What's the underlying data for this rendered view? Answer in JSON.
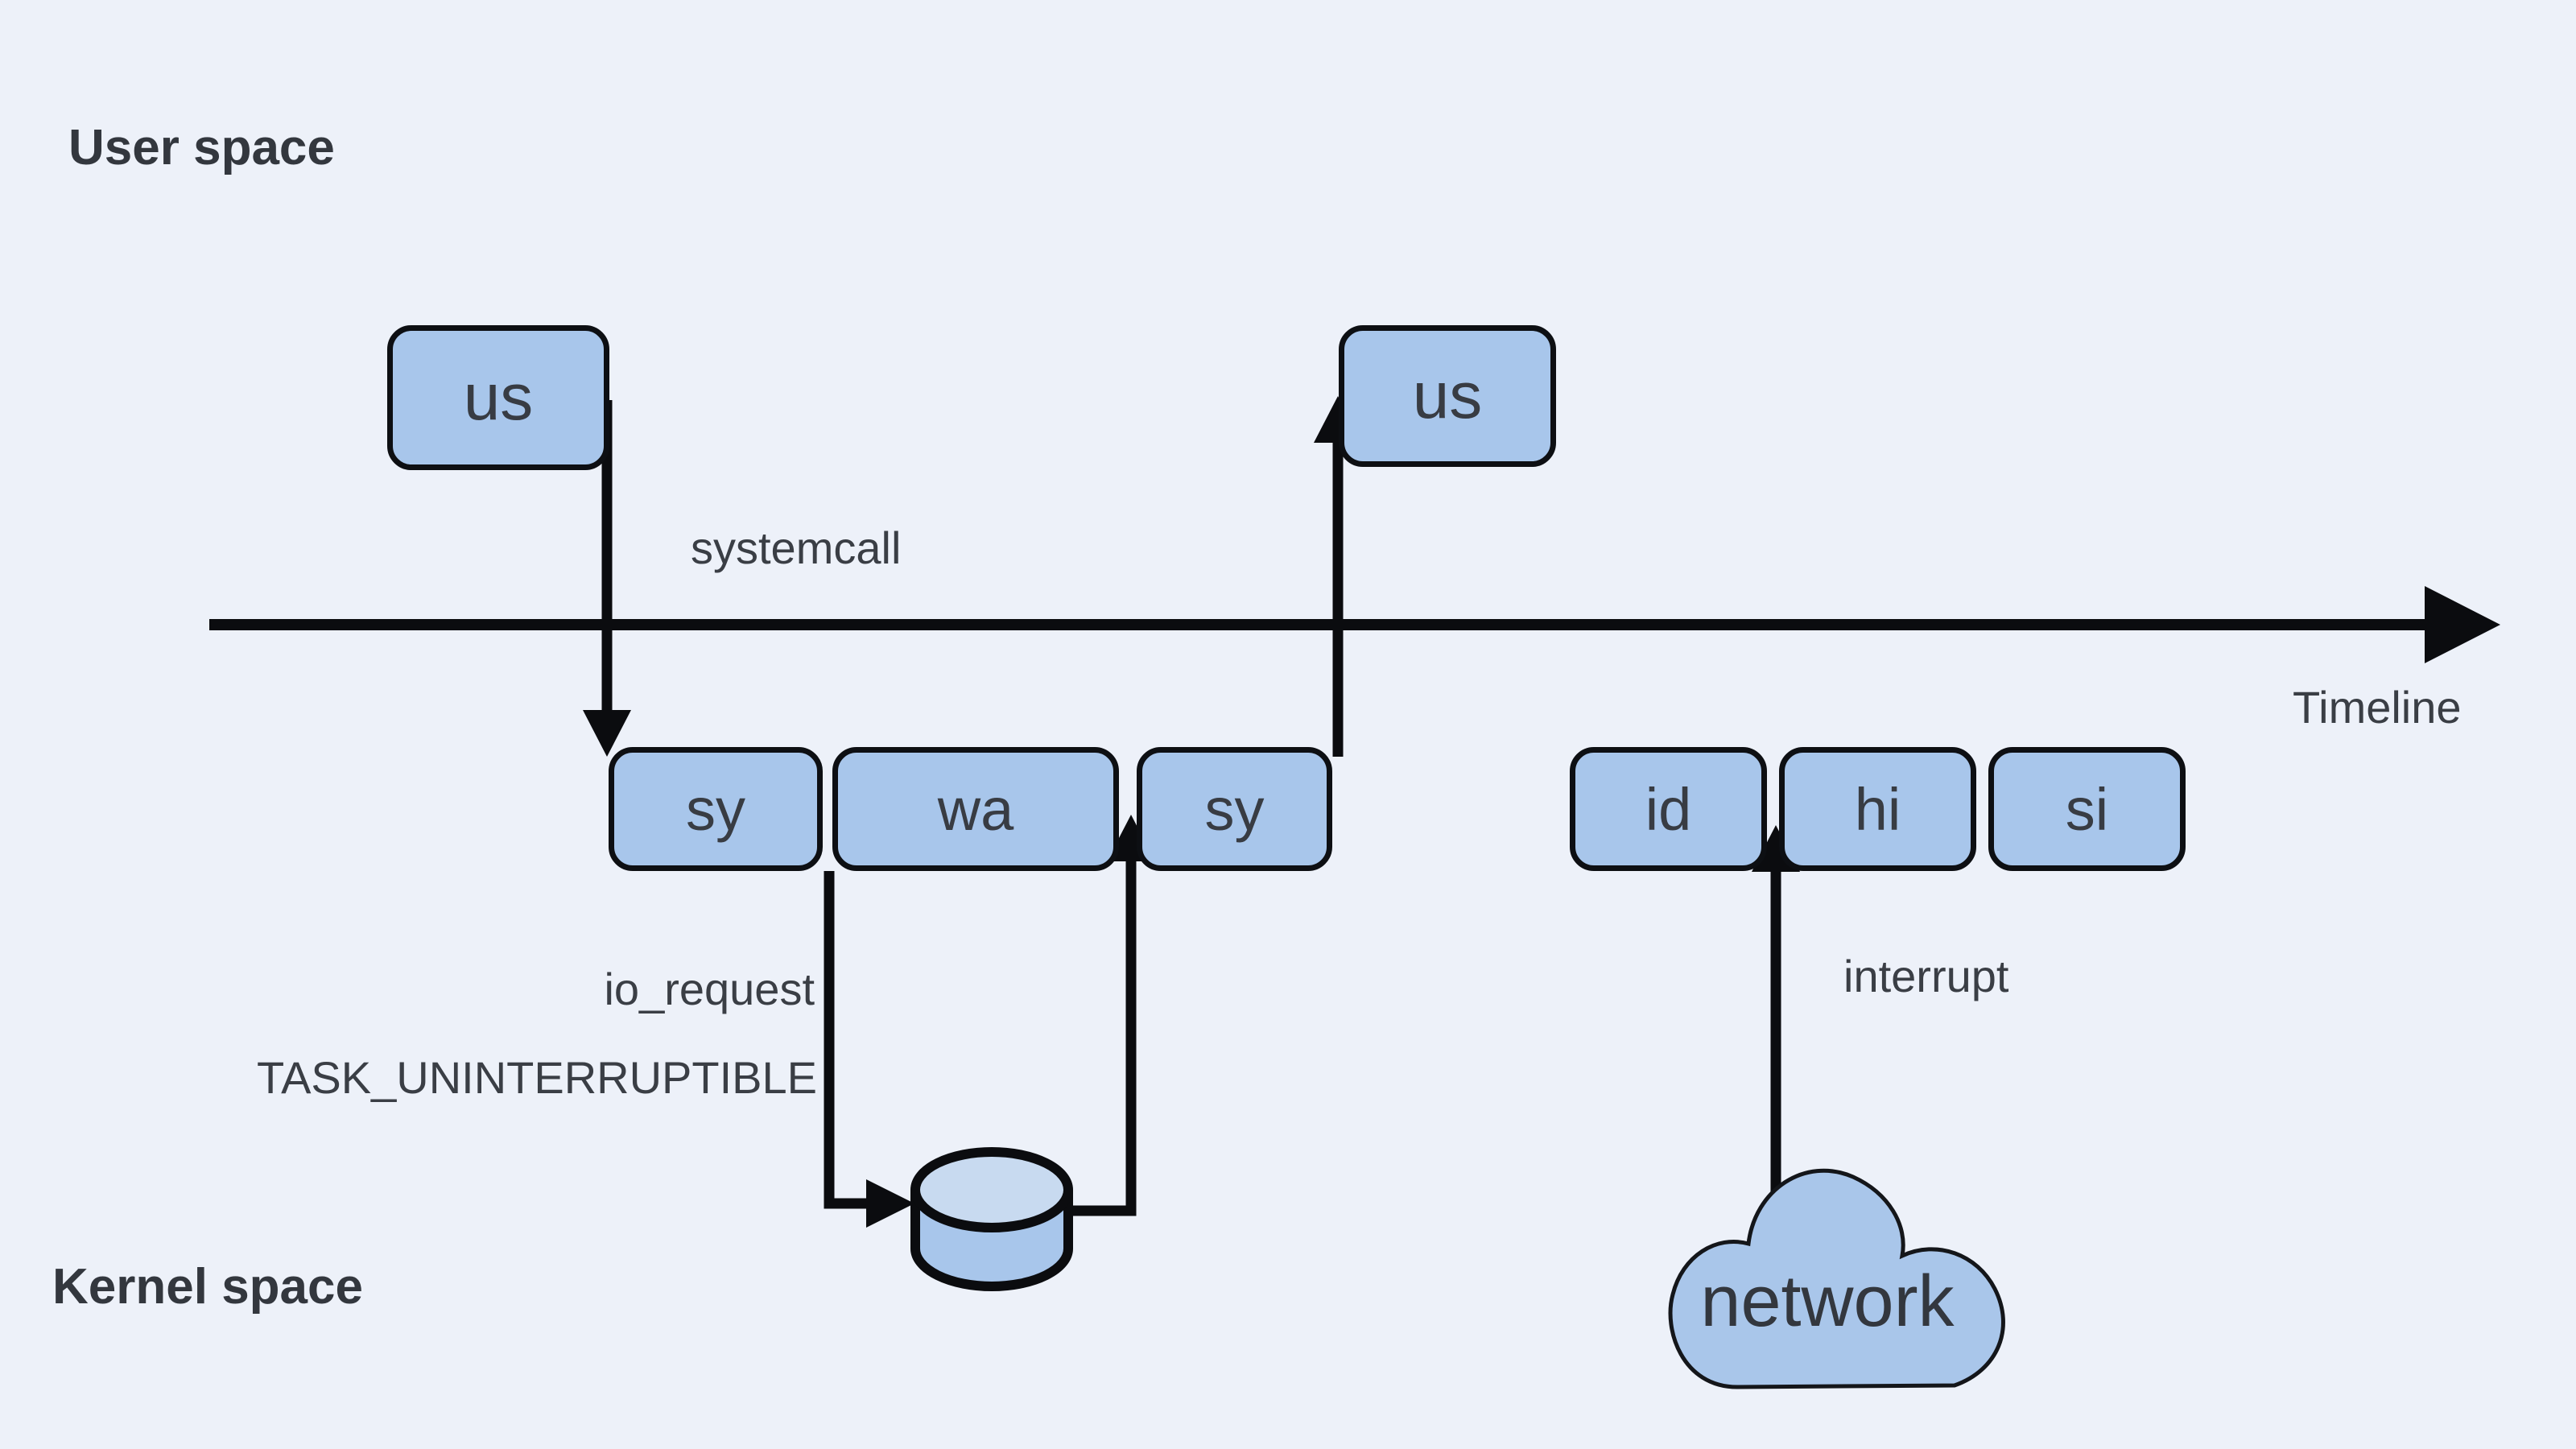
{
  "diagram": {
    "title_labels": {
      "user_space": "User space",
      "kernel_space": "Kernel space"
    },
    "timeline": {
      "label": "Timeline"
    },
    "annotations": {
      "systemcall": "systemcall",
      "io_request": "io_request",
      "task_state": "TASK_UNINTERRUPTIBLE",
      "interrupt": "interrupt"
    },
    "process_boxes": {
      "user_before": "us",
      "user_after": "us",
      "sys_enter": "sy",
      "wait": "wa",
      "sys_return": "sy",
      "idle": "id",
      "hard_irq": "hi",
      "soft_irq": "si"
    },
    "network": {
      "label": "network"
    },
    "colors": {
      "background": "#edf1f9",
      "box_fill": "#a8c6eb",
      "box_border": "#0d0f13",
      "cylinder_top_fill": "#c8daf0",
      "cloud_fill": "#a9c6ea",
      "line_color": "#0b0c0f",
      "text_color": "#383c43"
    }
  }
}
